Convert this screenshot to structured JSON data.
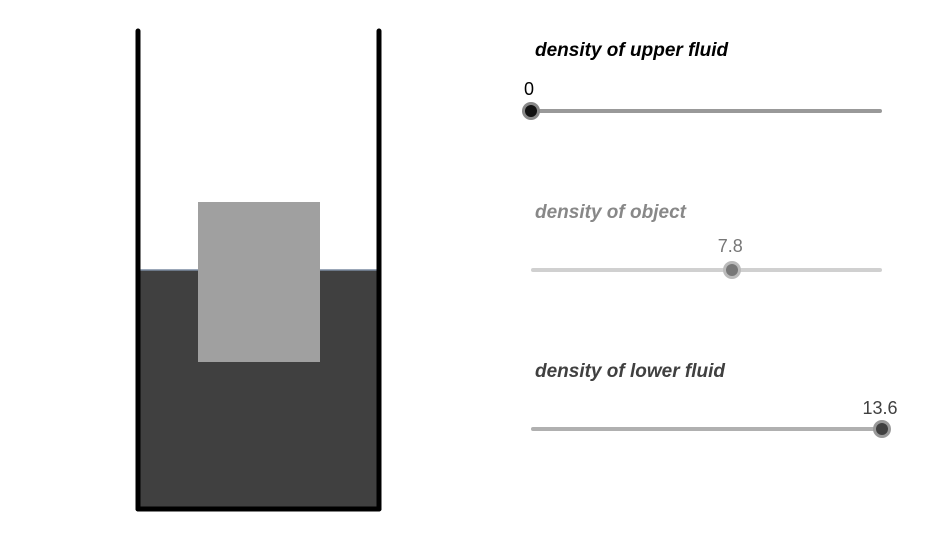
{
  "sliders": [
    {
      "title": "density of upper fluid",
      "value": 0,
      "value_text": "0",
      "min": 0,
      "max": 13.6,
      "title_color": "#000000",
      "value_color": "#000000",
      "track_color": "#999999",
      "knob_color": "#111111",
      "halo_color": "#888888"
    },
    {
      "title": "density of object",
      "value": 7.8,
      "value_text": "7.8",
      "min": 0,
      "max": 13.6,
      "title_color": "#888888",
      "value_color": "#777777",
      "track_color": "#d0d0d0",
      "knob_color": "#777777",
      "halo_color": "#bbbbbb"
    },
    {
      "title": "density of lower fluid",
      "value": 13.6,
      "value_text": "13.6",
      "min": 0,
      "max": 13.6,
      "title_color": "#404040",
      "value_color": "#404040",
      "track_color": "#b0b0b0",
      "knob_color": "#404040",
      "halo_color": "#999999"
    }
  ],
  "colors": {
    "container_wall": "#000000",
    "lower_fluid": "#404040",
    "upper_fluid": "#ffffff",
    "object": "#a0a0a0",
    "interface_line": "#7a8aa0"
  }
}
